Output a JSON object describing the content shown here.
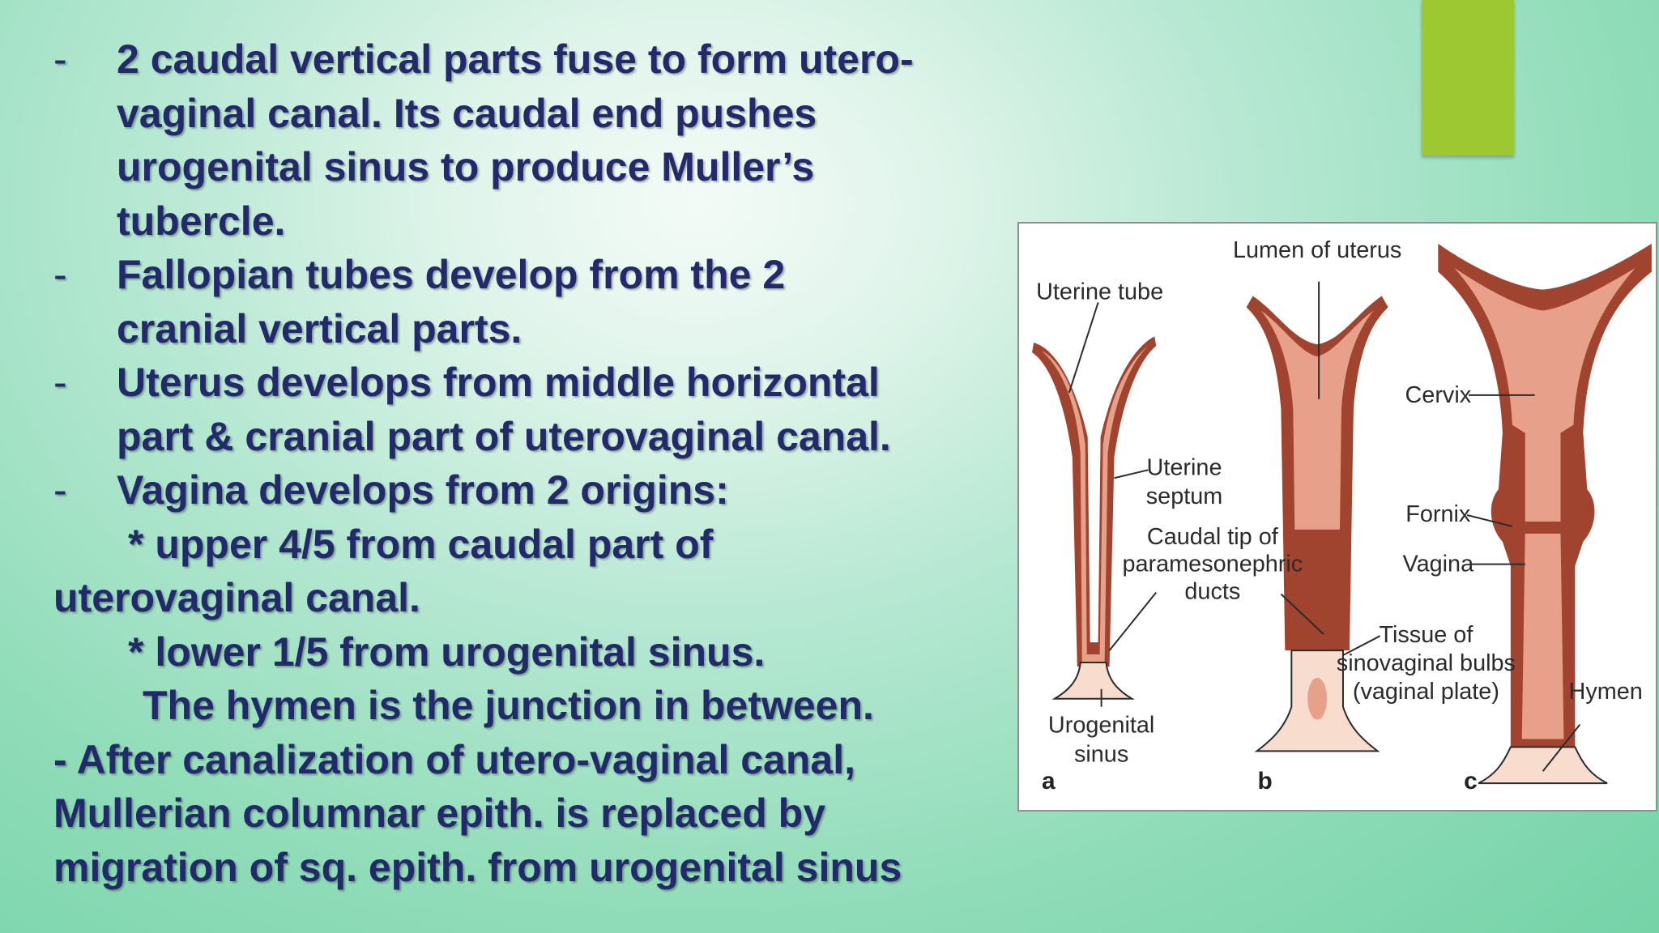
{
  "slide": {
    "accent_color": "#9dc832",
    "text_color": "#232a6b",
    "bullet": "-",
    "lines": {
      "l1": "2 caudal vertical parts fuse to form utero-",
      "l2": "vaginal canal. Its caudal end pushes",
      "l3": "urogenital sinus to produce Muller’s",
      "l4": "tubercle.",
      "l5": "Fallopian tubes develop from the 2",
      "l6": "cranial vertical parts.",
      "l7": "Uterus develops from middle horizontal",
      "l8": "part & cranial part of uterovaginal canal.",
      "l9": "Vagina develops from 2 origins:",
      "l10": "* upper 4/5 from caudal part of",
      "l11": "uterovaginal canal.",
      "l12": "* lower 1/5 from urogenital sinus.",
      "l13": "The hymen is the junction in between.",
      "l14": "- After canalization of utero-vaginal canal,",
      "l15": "Mullerian columnar epith. is replaced by",
      "l16": "migration of sq. epith. from urogenital sinus"
    }
  },
  "figure": {
    "labels": {
      "lumen": "Lumen of uterus",
      "uterine_tube": "Uterine tube",
      "cervix": "Cervix",
      "uterine": "Uterine",
      "septum": "septum",
      "caudal_tip": "Caudal tip of",
      "paramesonephric": "paramesonephric",
      "ducts": "ducts",
      "fornix": "Fornix",
      "vagina": "Vagina",
      "tissue_of": "Tissue of",
      "sinovaginal": "sinovaginal bulbs",
      "vaginal_plate": "(vaginal plate)",
      "hymen": "Hymen",
      "urogenital": "Urogenital",
      "sinus": "sinus"
    },
    "panel_letters": {
      "a": "a",
      "b": "b",
      "c": "c"
    },
    "colors": {
      "tissue_dark": "#a0432f",
      "tissue_light": "#e7a08a",
      "tissue_pale": "#f8dccd",
      "line": "#2b2b2b"
    }
  }
}
